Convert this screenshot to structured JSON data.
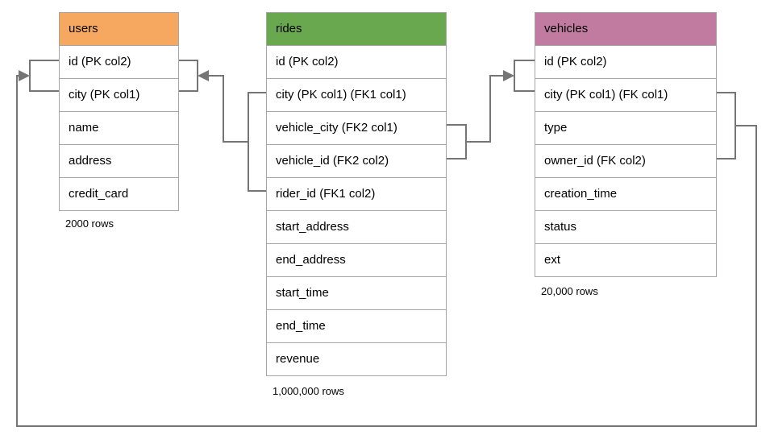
{
  "diagram_type": "database-schema",
  "colors": {
    "users_header": "#F6A861",
    "rides_header": "#6AA84F",
    "vehicles_header": "#C27BA0",
    "connector": "#757575",
    "table_border": "#A6A6A6"
  },
  "tables": {
    "users": {
      "name": "users",
      "columns": [
        "id (PK col2)",
        "city (PK col1)",
        "name",
        "address",
        "credit_card"
      ],
      "row_count_label": "2000 rows"
    },
    "rides": {
      "name": "rides",
      "columns": [
        "id (PK col2)",
        "city (PK col1) (FK1 col1)",
        "vehicle_city (FK2 col1)",
        "vehicle_id (FK2 col2)",
        "rider_id (FK1 col2)",
        "start_address",
        "end_address",
        "start_time",
        "end_time",
        "revenue"
      ],
      "row_count_label": "1,000,000 rows"
    },
    "vehicles": {
      "name": "vehicles",
      "columns": [
        "id (PK col2)",
        "city (PK col1) (FK col1)",
        "type",
        "owner_id (FK col2)",
        "creation_time",
        "status",
        "ext"
      ],
      "row_count_label": "20,000 rows"
    }
  },
  "relationships": [
    {
      "name": "rides-to-users",
      "from_table": "rides",
      "from_columns": [
        "city (PK col1) (FK1 col1)",
        "rider_id (FK1 col2)"
      ],
      "to_table": "users",
      "to_columns": [
        "id (PK col2)",
        "city (PK col1)"
      ],
      "arrow_points_to": "users"
    },
    {
      "name": "rides-to-vehicles",
      "from_table": "rides",
      "from_columns": [
        "vehicle_city (FK2 col1)",
        "vehicle_id (FK2 col2)"
      ],
      "to_table": "vehicles",
      "to_columns": [
        "id (PK col2)",
        "city (PK col1) (FK col1)"
      ],
      "arrow_points_to": "vehicles"
    },
    {
      "name": "vehicles-to-users",
      "from_table": "vehicles",
      "from_columns": [
        "city (PK col1) (FK col1)",
        "owner_id (FK col2)"
      ],
      "to_table": "users",
      "to_columns": [
        "id (PK col2)",
        "city (PK col1)"
      ],
      "arrow_points_to": "users"
    }
  ]
}
